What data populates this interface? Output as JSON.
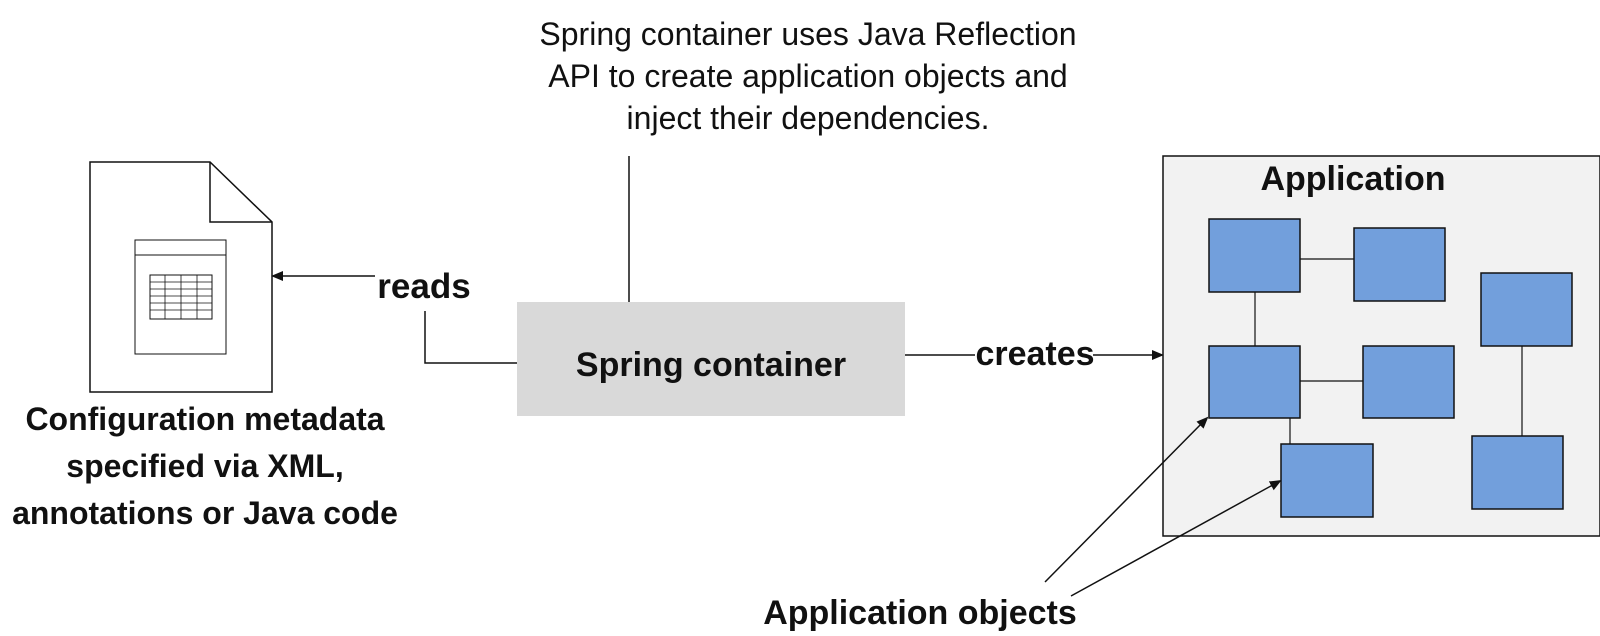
{
  "diagram": {
    "note_lines": [
      "Spring container uses Java Reflection",
      "API to create application objects and",
      "inject their dependencies."
    ],
    "document_caption_lines": [
      "Configuration metadata",
      "specified via XML,",
      "annotations or Java code"
    ],
    "reads_label": "reads",
    "container_label": "Spring container",
    "creates_label": "creates",
    "application_title": "Application",
    "objects_label": "Application objects",
    "colors": {
      "container_fill": "#d9d9d9",
      "application_fill": "#f2f2f2",
      "object_fill": "#729fdc",
      "stroke": "#111111"
    },
    "icons": [
      "document-icon",
      "spreadsheet-icon"
    ]
  }
}
